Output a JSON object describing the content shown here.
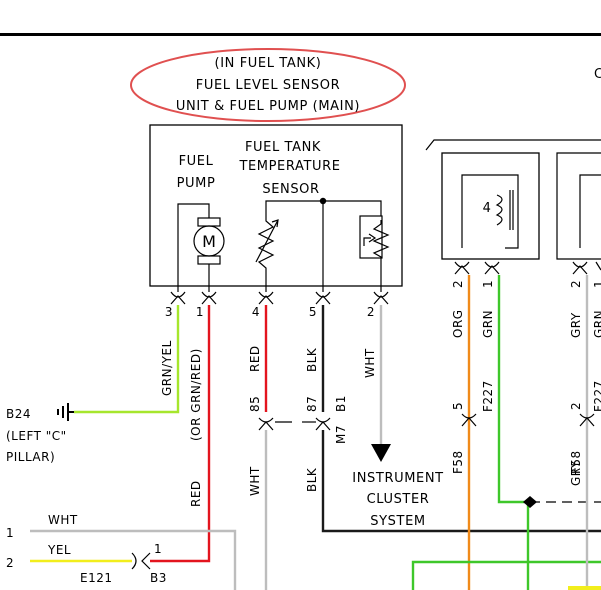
{
  "colors": {
    "black": "#1a1a1a",
    "red": "#e3141e",
    "green": "#3ec72a",
    "yellowgreen": "#a6e62c",
    "yellow": "#f2ee1c",
    "orange": "#f08a1a",
    "gray": "#bdbdbd",
    "highlight_oval": "#e05050"
  },
  "sensor_unit": {
    "title": [
      "(IN FUEL TANK)",
      "FUEL LEVEL SENSOR",
      "UNIT & FUEL PUMP (MAIN)"
    ],
    "fuel_pump_label": [
      "FUEL",
      "PUMP"
    ],
    "motor_symbol": "M",
    "temp_sensor_label": [
      "FUEL TANK",
      "TEMPERATURE",
      "SENSOR"
    ]
  },
  "pins": {
    "p3": "3",
    "p1": "1",
    "p4": "4",
    "p5": "5",
    "p2": "2"
  },
  "wires": {
    "grn_yel": "GRN/YEL",
    "or_grn_red": "(OR GRN/RED)",
    "red_a": "RED",
    "red_b": "RED",
    "blk_a": "BLK",
    "blk_b": "BLK",
    "wht_a": "WHT",
    "wht_b": "WHT",
    "wht_c": "WHT",
    "yel": "YEL",
    "org": "ORG",
    "grn": "GRN",
    "gry": "GRY",
    "grn_partial": "GRN"
  },
  "connectors": {
    "c85": "85",
    "c87": "87",
    "b1": "B1",
    "m7": "M7",
    "f227": "F227",
    "f58": "F58",
    "f5": "5",
    "f58_partial": "F58",
    "f227_partial": "F227",
    "f2": "2",
    "e121": "E121",
    "b3": "B3",
    "e_pin1": "1"
  },
  "ground": {
    "id": "B24",
    "location": [
      "(LEFT \"C\"",
      "PILLAR)"
    ]
  },
  "left_pins": {
    "l1": "1",
    "l2": "2"
  },
  "instrument_cluster": [
    "INSTRUMENT",
    "CLUSTER",
    "SYSTEM"
  ],
  "relay": {
    "coil_pin": "4",
    "pins": [
      "2",
      "1"
    ],
    "pins_right": [
      "2",
      "1"
    ]
  },
  "edge_fragment": "C"
}
